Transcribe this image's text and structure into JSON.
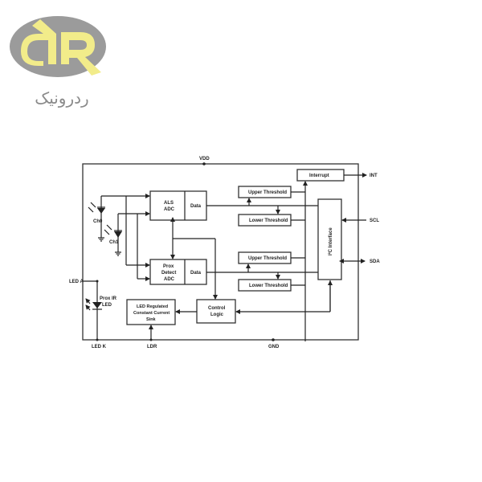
{
  "logo": {
    "brand_text": "ردرونیک",
    "colors": {
      "circle": "#9b9b9b",
      "letters": "#f2ec8a",
      "text": "#8a8a8a"
    }
  },
  "diagram": {
    "pins": {
      "vdd": "VDD",
      "gnd": "GND",
      "int": "INT",
      "scl": "SCL",
      "sda": "SDA",
      "led_a": "LED A",
      "led_k": "LED K",
      "ldr": "LDR"
    },
    "photodiodes": {
      "ch0": "Ch0",
      "ch1": "Ch1"
    },
    "ir_led": {
      "line1": "Prox IR",
      "line2": "LED"
    },
    "blocks": {
      "als_adc": {
        "line1": "ALS",
        "line2": "ADC",
        "data": "Data"
      },
      "prox_adc": {
        "line1": "Prox",
        "line2": "Detect",
        "line3": "ADC",
        "data": "Data"
      },
      "als_upper_threshold": "Upper Threshold",
      "als_lower_threshold": "Lower Threshold",
      "prox_upper_threshold": "Upper Threshold",
      "prox_lower_threshold": "Lower Threshold",
      "interrupt": "Interrupt",
      "i2c_interface": "I²C Interface",
      "control_logic": {
        "line1": "Control",
        "line2": "Logic"
      },
      "led_sink": {
        "line1": "LED Regulated",
        "line2": "Constant Current",
        "line3": "Sink"
      }
    }
  }
}
